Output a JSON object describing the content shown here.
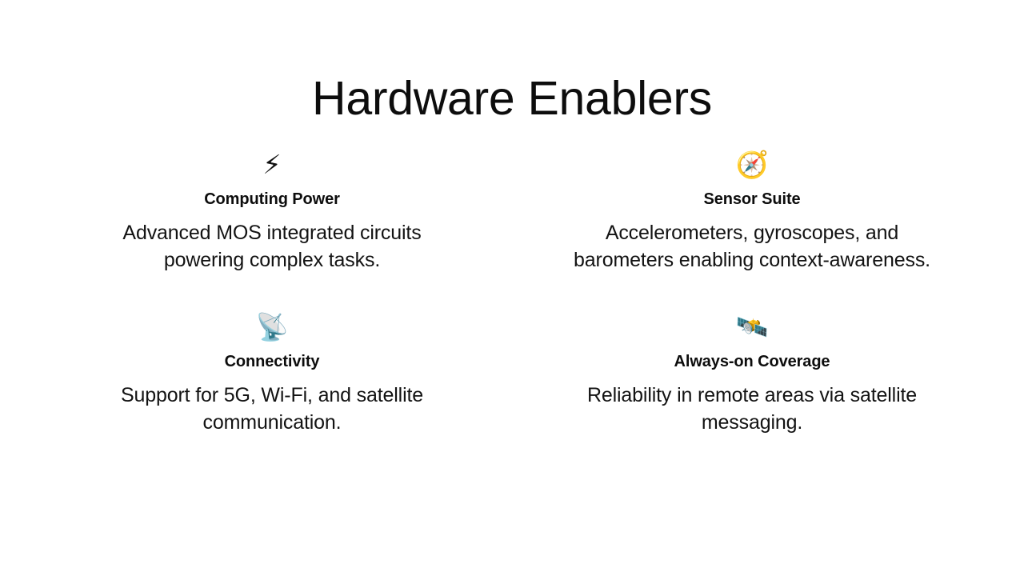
{
  "slide": {
    "title": "Hardware Enablers",
    "background_color": "#ffffff",
    "text_color": "#111111"
  },
  "cards": [
    {
      "icon": "⚡",
      "icon_name": "high-voltage-icon",
      "heading": "Computing Power",
      "body": "Advanced MOS integrated circuits powering complex tasks."
    },
    {
      "icon": "🧭",
      "icon_name": "compass-icon",
      "heading": "Sensor Suite",
      "body": "Accelerometers, gyroscopes, and barometers enabling context-awareness."
    },
    {
      "icon": "📡",
      "icon_name": "satellite-antenna-icon",
      "heading": "Connectivity",
      "body": "Support for 5G, Wi-Fi, and satellite communication."
    },
    {
      "icon": "🛰️",
      "icon_name": "satellite-icon",
      "heading": "Always-on Coverage",
      "body": "Reliability in remote areas via satellite messaging."
    }
  ]
}
